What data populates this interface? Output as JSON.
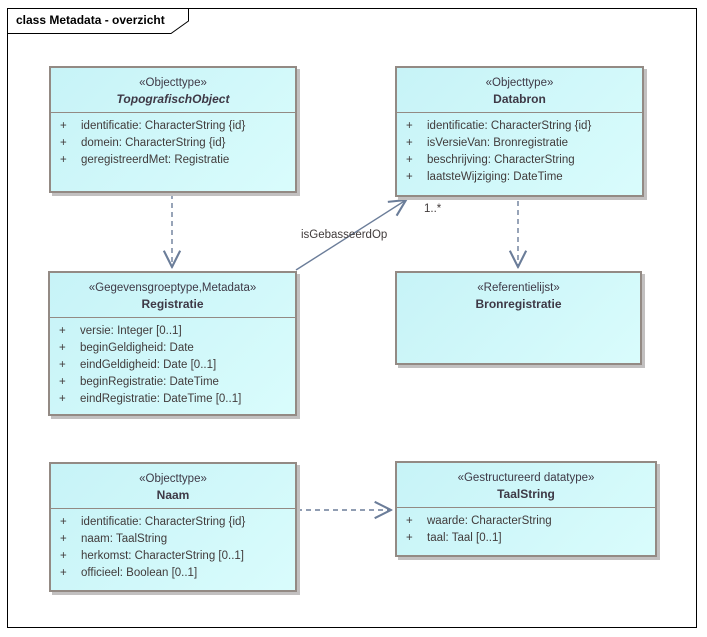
{
  "diagram": {
    "frame_title": "class Metadata - overzicht"
  },
  "classes": [
    {
      "stereotype": "«Objecttype»",
      "name": "TopografischObject",
      "attributes": [
        {
          "vis": "+",
          "text": "identificatie: CharacterString {id}"
        },
        {
          "vis": "+",
          "text": "domein: CharacterString {id}"
        },
        {
          "vis": "+",
          "text": "geregistreerdMet: Registratie"
        }
      ]
    },
    {
      "stereotype": "«Objecttype»",
      "name": "Databron",
      "attributes": [
        {
          "vis": "+",
          "text": "identificatie: CharacterString {id}"
        },
        {
          "vis": "+",
          "text": "isVersieVan: Bronregistratie"
        },
        {
          "vis": "+",
          "text": "beschrijving: CharacterString"
        },
        {
          "vis": "+",
          "text": "laatsteWijziging: DateTime"
        }
      ]
    },
    {
      "stereotype": "«Gegevensgroeptype,Metadata»",
      "name": "Registratie",
      "attributes": [
        {
          "vis": "+",
          "text": "versie: Integer [0..1]"
        },
        {
          "vis": "+",
          "text": "beginGeldigheid: Date"
        },
        {
          "vis": "+",
          "text": "eindGeldigheid: Date [0..1]"
        },
        {
          "vis": "+",
          "text": "beginRegistratie: DateTime"
        },
        {
          "vis": "+",
          "text": "eindRegistratie: DateTime [0..1]"
        }
      ]
    },
    {
      "stereotype": "«Referentielijst»",
      "name": "Bronregistratie",
      "attributes": []
    },
    {
      "stereotype": "«Objecttype»",
      "name": "Naam",
      "attributes": [
        {
          "vis": "+",
          "text": "identificatie: CharacterString {id}"
        },
        {
          "vis": "+",
          "text": "naam: TaalString"
        },
        {
          "vis": "+",
          "text": "herkomst: CharacterString [0..1]"
        },
        {
          "vis": "+",
          "text": "officieel: Boolean [0..1]"
        }
      ]
    },
    {
      "stereotype": "«Gestructureerd datatype»",
      "name": "TaalString",
      "attributes": [
        {
          "vis": "+",
          "text": "waarde: CharacterString"
        },
        {
          "vis": "+",
          "text": "taal: Taal [0..1]"
        }
      ]
    }
  ],
  "connectors": {
    "isGebasseerdOp": {
      "label": "isGebasseerdOp",
      "target_multiplicity": "1..*"
    }
  },
  "colors": {
    "class_fill": "#cdf7f8",
    "class_border": "#938a84",
    "connector": "#6b7d99",
    "shadow": "#c2c0c0",
    "frame_border": "#000000"
  }
}
